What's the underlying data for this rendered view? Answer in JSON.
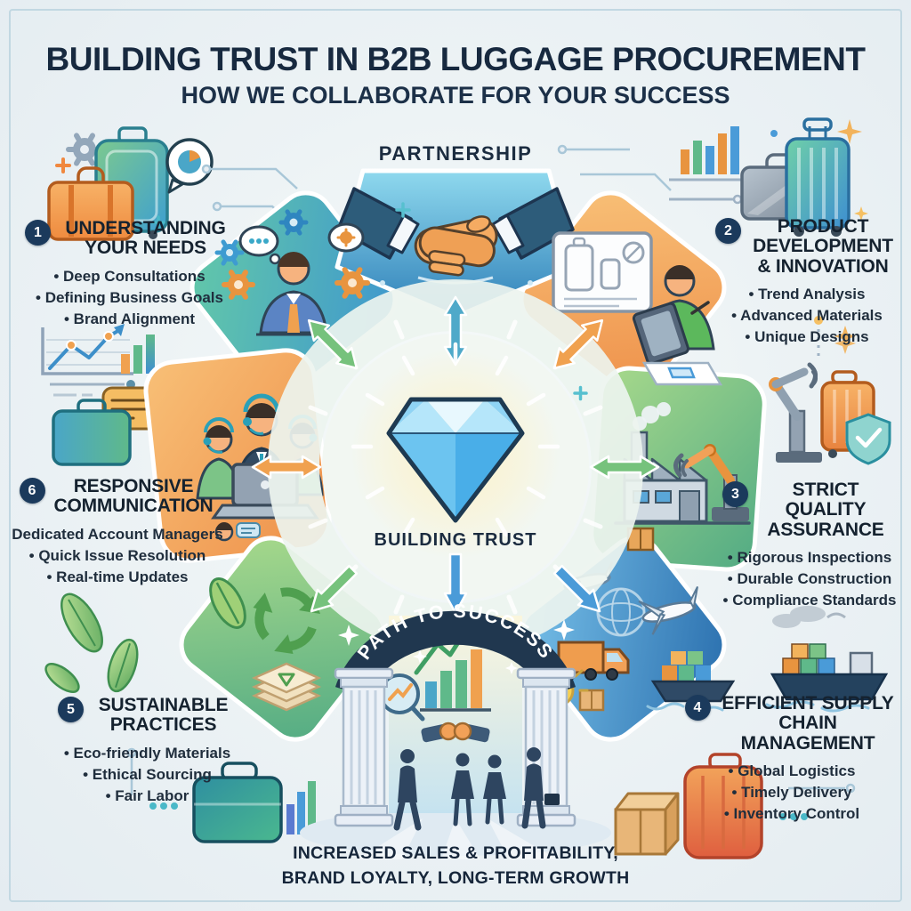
{
  "header": {
    "title": "BUILDING TRUST IN B2B LUGGAGE PROCUREMENT",
    "subtitle": "HOW WE COLLABORATE FOR YOUR SUCCESS"
  },
  "center": {
    "partnership_label": "PARTNERSHIP",
    "trust_label": "BUILDING TRUST",
    "arch_label": "PATH TO SUCCESS"
  },
  "sections": [
    {
      "number": "1",
      "title": "UNDERSTANDING YOUR NEEDS",
      "bullets": [
        "• Deep Consultations",
        "• Defining Business Goals",
        "• Brand Alignment"
      ]
    },
    {
      "number": "2",
      "title": "PRODUCT DEVELOPMENT & INNOVATION",
      "bullets": [
        "• Trend Analysis",
        "• Advanced Materials",
        "• Unique Designs"
      ]
    },
    {
      "number": "3",
      "title": "STRICT QUALITY ASSURANCE",
      "bullets": [
        "• Rigorous Inspections",
        "• Durable Construction",
        "• Compliance Standards"
      ]
    },
    {
      "number": "4",
      "title": "EFFICIENT SUPPLY CHAIN MANAGEMENT",
      "bullets": [
        "• Global Logistics",
        "• Timely Delivery",
        "• Inventory Control"
      ]
    },
    {
      "number": "5",
      "title": "SUSTAINABLE PRACTICES",
      "bullets": [
        "• Eco-friendly Materials",
        "• Ethical Sourcing",
        "• Fair Labor"
      ]
    },
    {
      "number": "6",
      "title": "RESPONSIVE COMMUNICATION",
      "bullets": [
        "Dedicated Account Managers",
        "• Quick Issue Resolution",
        "• Real-time Updates"
      ]
    }
  ],
  "footer": {
    "line1": "INCREASED SALES & PROFITABILITY,",
    "line2": "BRAND LOYALTY, LONG-TERM GROWTH"
  },
  "colors": {
    "background": "#e8eef2",
    "heading_text": "#17293f",
    "body_text": "#1d2b3a",
    "number_badge": "#1b3a5c",
    "segment_blue": "#3c8fc9",
    "segment_teal": "#49b3a4",
    "segment_orange": "#f0994e",
    "segment_green": "#74c07c",
    "diamond_blue": "#6cc4f0",
    "arch_navy": "#20374f",
    "arrow_orange": "#f0a14f",
    "arrow_green": "#76c27c",
    "arrow_blue": "#4a9bd8"
  },
  "decorative_icons": [
    "handshake-icon",
    "diamond-icon",
    "arch-icon",
    "pillar-icon",
    "luggage-icon",
    "briefcase-icon",
    "gear-icon",
    "pie-chart-icon",
    "bar-chart-icon",
    "line-chart-icon",
    "recycle-icon",
    "leaf-icon",
    "factory-icon",
    "robot-arm-icon",
    "shield-check-icon",
    "airplane-icon",
    "truck-icon",
    "cargo-ship-icon",
    "box-icon",
    "lightbulb-icon",
    "magnifier-icon",
    "headset-agent-icon",
    "speech-bubble-icon",
    "circuit-lines-icon",
    "sparkle-icon",
    "people-icon"
  ]
}
